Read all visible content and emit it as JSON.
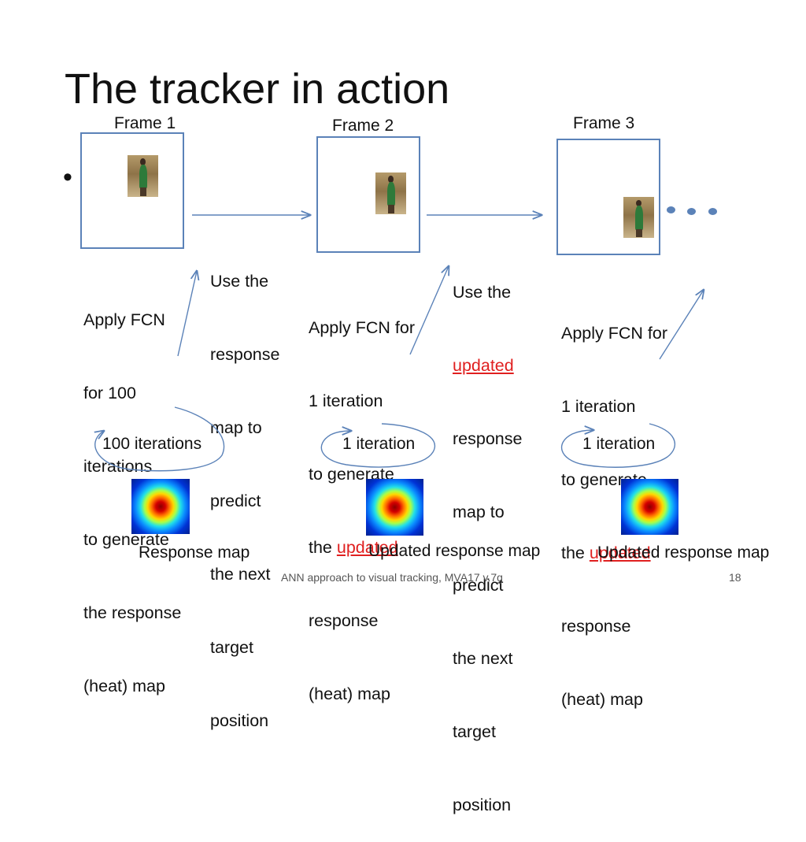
{
  "slide": {
    "title": "The tracker in action",
    "bullet": "•",
    "frames": [
      {
        "label": "Frame 1"
      },
      {
        "label": "Frame 2"
      },
      {
        "label": "Frame 3"
      }
    ],
    "step1": {
      "apply_lines": [
        "Apply FCN",
        "for 100",
        "iterations",
        "to generate",
        "the response",
        "(heat) map"
      ],
      "loop_label": "100 iterations",
      "map_caption": "Response map"
    },
    "predict1": {
      "lines": [
        "Use the",
        "response",
        "map to",
        "predict",
        "the next",
        "target",
        "position"
      ]
    },
    "step2": {
      "apply_lines": [
        "Apply FCN for",
        "1 iteration",
        "to generate"
      ],
      "the_prefix": "the ",
      "updated_word": "updated",
      "tail_lines": [
        "response",
        "(heat) map"
      ],
      "loop_label": "1 iteration",
      "map_caption": "Updated response map"
    },
    "predict2": {
      "line_first": "Use the",
      "updated_word": "updated",
      "lines_rest": [
        "response",
        "map to",
        "predict",
        "the next",
        "target",
        "position"
      ]
    },
    "step3": {
      "apply_lines": [
        "Apply FCN for",
        "1 iteration",
        "to generate"
      ],
      "the_prefix": "the ",
      "updated_word": "updated",
      "tail_lines": [
        "response",
        "(heat) map"
      ],
      "loop_label": "1 iteration",
      "map_caption": "Updated response map"
    },
    "footer": {
      "center_text": "ANN approach to visual tracking, MVA17 v.7g",
      "page_number": "18"
    }
  },
  "colors": {
    "frame_border": "#5b82b8",
    "arrow": "#5b82b8",
    "highlight": "#e02020"
  }
}
